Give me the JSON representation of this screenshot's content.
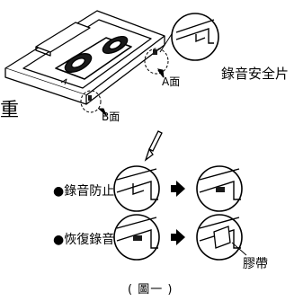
{
  "labels": {
    "heavy": "重",
    "side_a": "A面",
    "side_b": "B面",
    "safety_tab": "錄音安全片",
    "prevent_recording": "●錄音防止",
    "restore_recording": "●恢復錄音",
    "tape": "膠帶",
    "caption": "( 圖一 )"
  },
  "colors": {
    "line": "#000000",
    "fill": "#ffffff",
    "dark": "#1a1a1a"
  },
  "icons": [
    "cassette-icon",
    "screwdriver-icon",
    "arrow-right-icon"
  ]
}
